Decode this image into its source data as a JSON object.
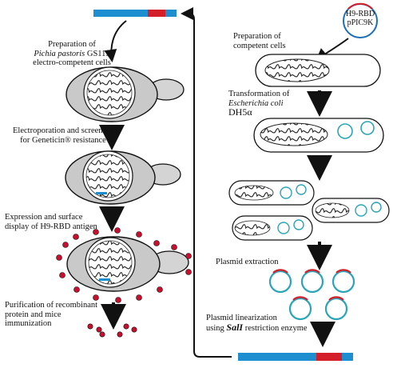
{
  "colors": {
    "dna_blue": "#1d8fd1",
    "insert_red": "#d41f2a",
    "cell_gray": "#c9c9c9",
    "plasmid_teal": "#2aa5b8",
    "antigen_red": "#c8102e",
    "arrow_black": "#111111"
  },
  "plasmid_label": {
    "line1": "H9-RBD",
    "line2": "pPIC9K"
  },
  "left_steps": {
    "step1_line1": "Preparation of",
    "step1_italic": "Pichia pastoris",
    "step1_strain": " GS115",
    "step1_line3": "electro-competent cells",
    "step2_line1": "Electroporation and screening",
    "step2_line2": "for Geneticin® resistance",
    "step3_line1": "Expression and surface",
    "step3_line2": "display of H9-RBD antigen",
    "step4_line1": "Purification of recombinant",
    "step4_line2": "protein and mice",
    "step4_line3": "immunization"
  },
  "right_steps": {
    "step1_line1": "Preparation of",
    "step1_line2": "competent cells",
    "step2_line1": "Transformation of",
    "step2_italic": "Escherichia coli",
    "step2_line3": "DH5α",
    "step3": "Plasmid extraction",
    "step4_line1": "Plasmid linearization",
    "step4_prefix": "using ",
    "step4_enzyme": "SalI",
    "step4_suffix": " restriction enzyme"
  }
}
